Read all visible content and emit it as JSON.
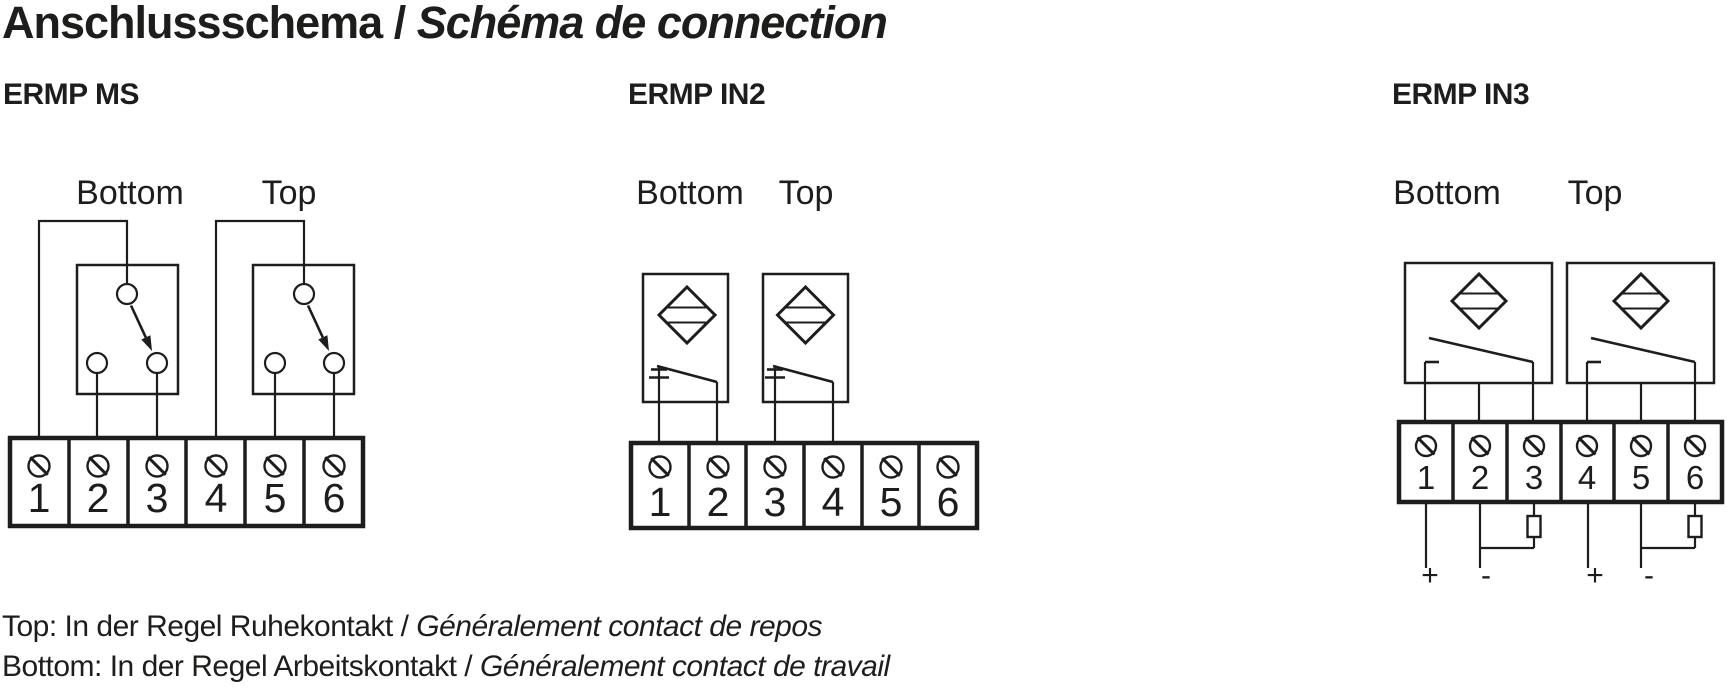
{
  "title": {
    "german": "Anschlussschema",
    "separator": " / ",
    "french": "Schéma de connection"
  },
  "sections": [
    {
      "heading": "ERMP MS",
      "label_bottom": "Bottom",
      "label_top": "Top",
      "terminals": [
        "1",
        "2",
        "3",
        "4",
        "5",
        "6"
      ]
    },
    {
      "heading": "ERMP IN2",
      "label_bottom": "Bottom",
      "label_top": "Top",
      "terminals": [
        "1",
        "2",
        "3",
        "4",
        "5",
        "6"
      ]
    },
    {
      "heading": "ERMP IN3",
      "label_bottom": "Bottom",
      "label_top": "Top",
      "terminals": [
        "1",
        "2",
        "3",
        "4",
        "5",
        "6"
      ],
      "polarity": [
        "+",
        "-",
        "+",
        "-"
      ]
    }
  ],
  "footnotes": [
    {
      "german": "Top: In der Regel Ruhekontakt",
      "separator": " / ",
      "french": "Généralement contact de repos"
    },
    {
      "german": "Bottom: In der Regel Arbeitskontakt",
      "separator": " / ",
      "french": "Généralement contact de travail"
    }
  ],
  "colors": {
    "ink": "#1d1d1b",
    "background": "#ffffff"
  }
}
